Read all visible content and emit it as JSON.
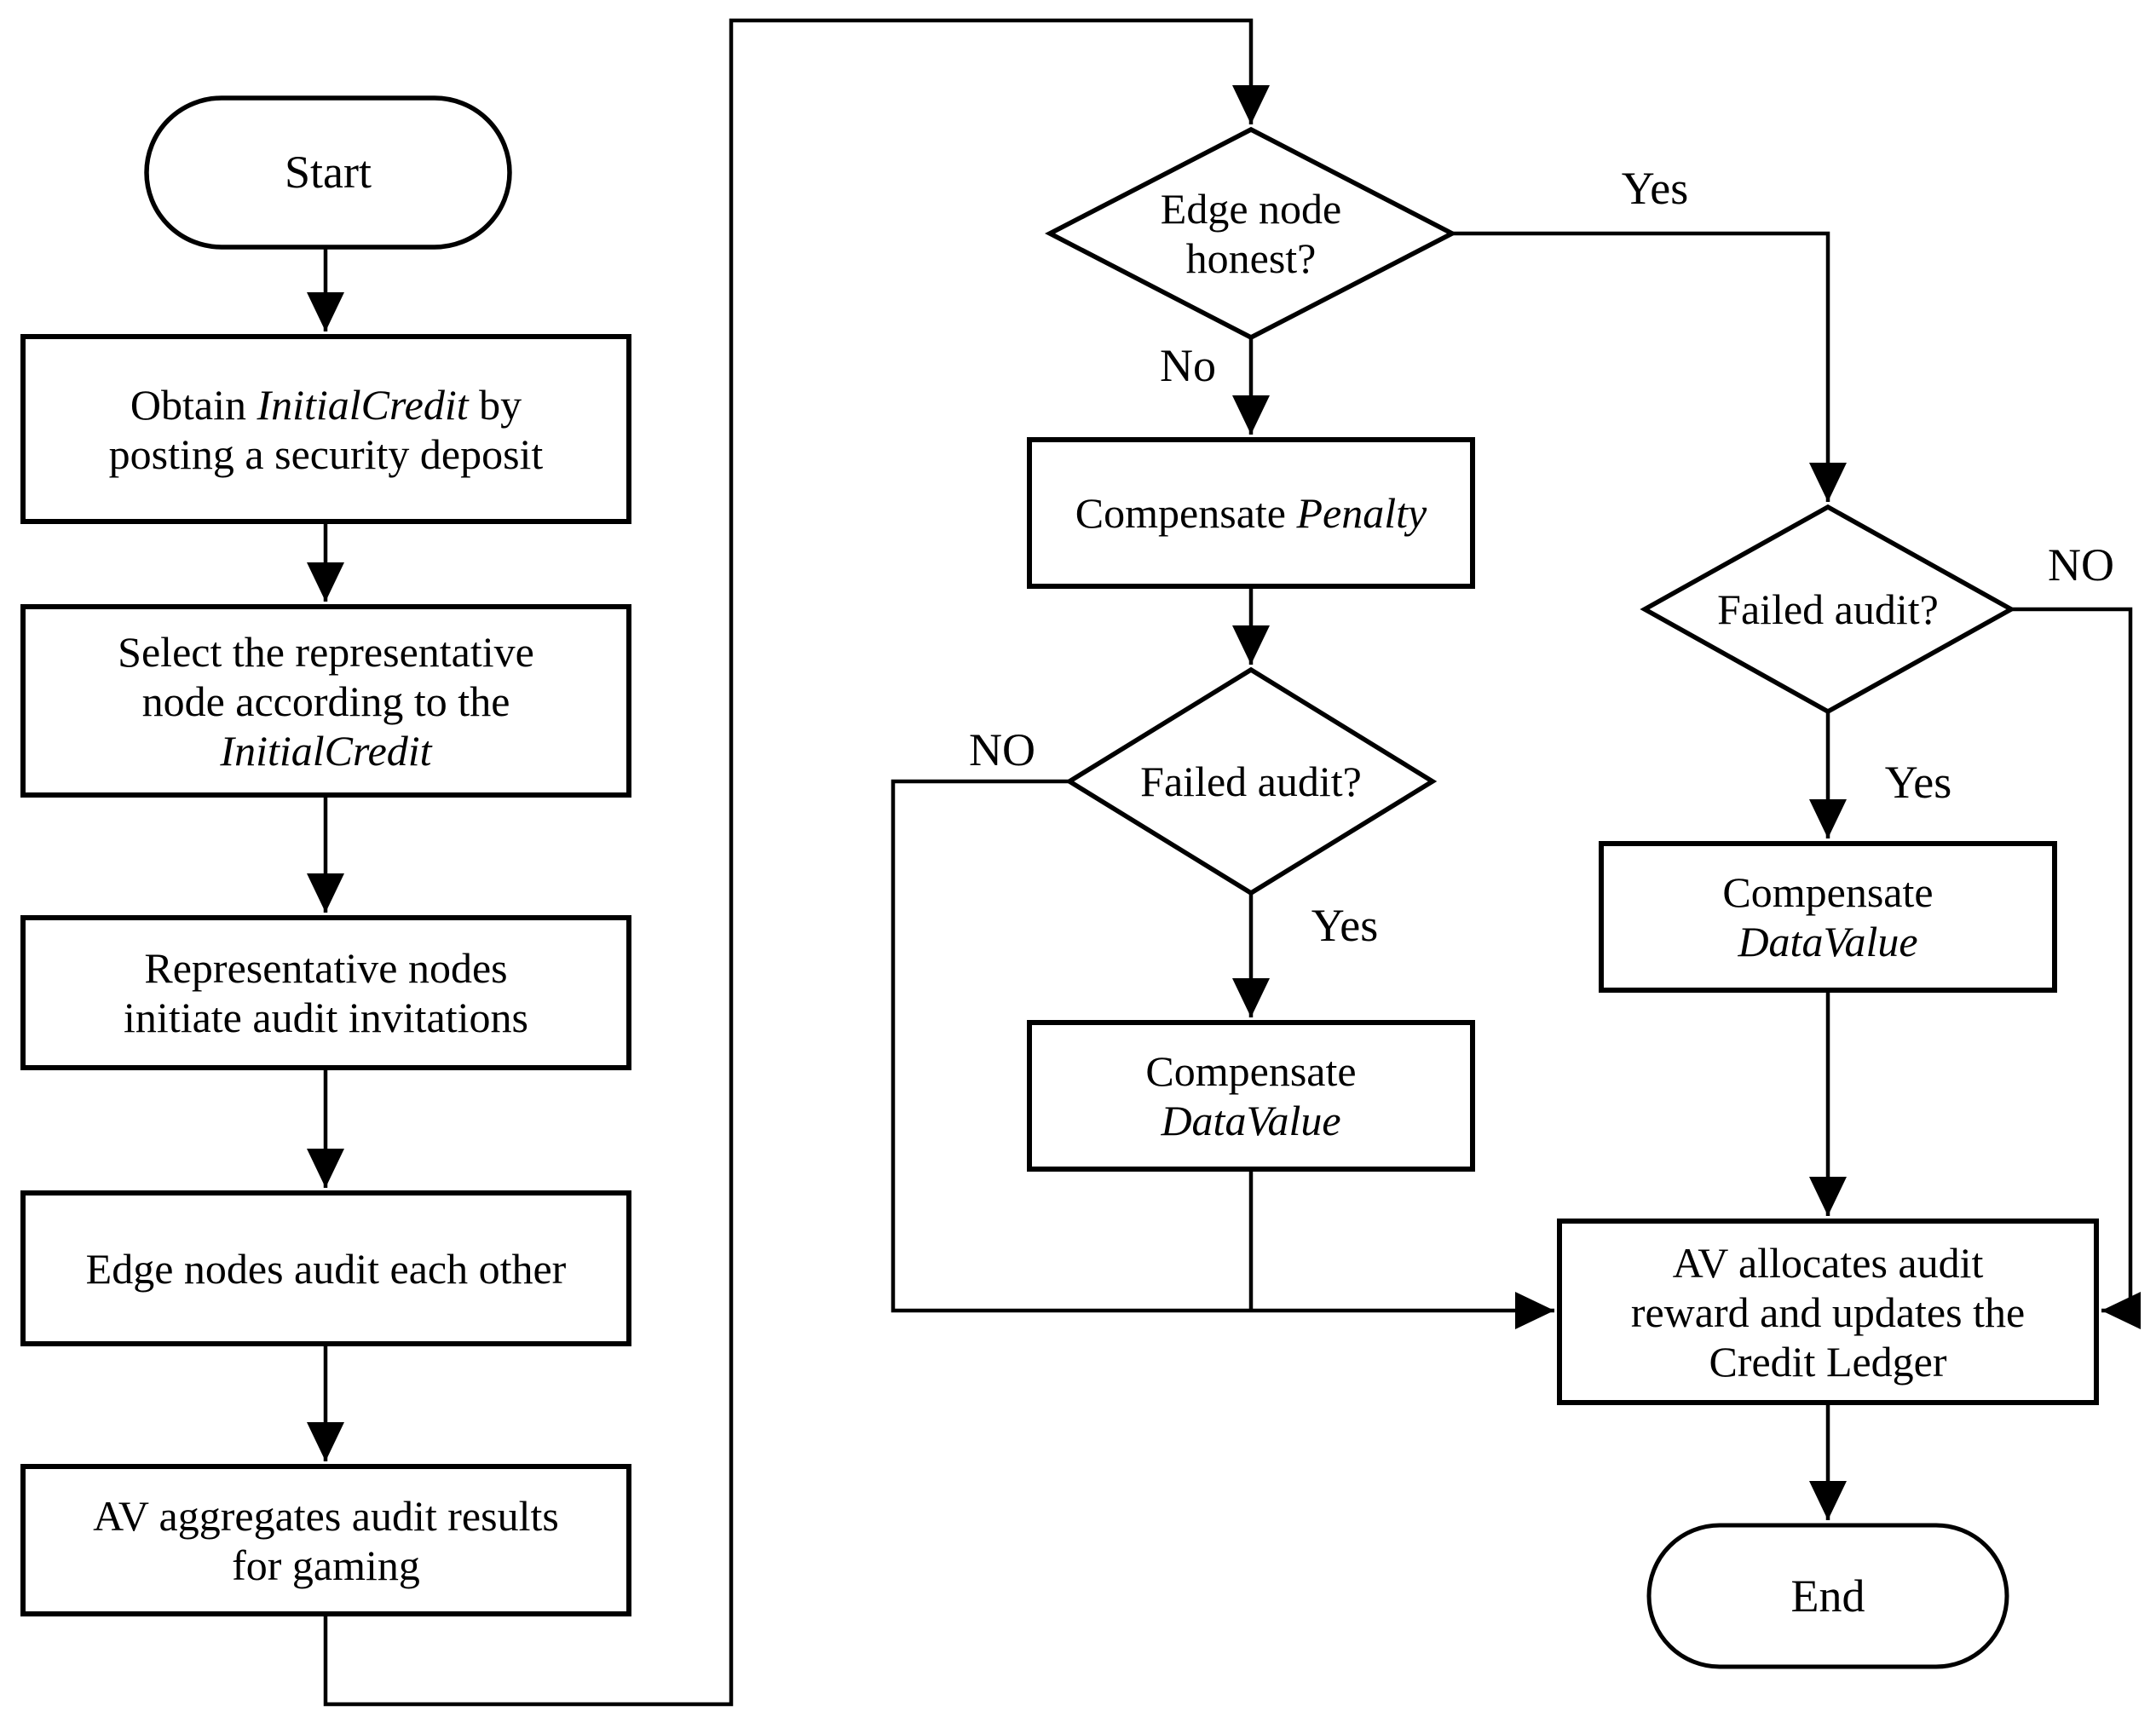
{
  "colors": {
    "ink": "#000000",
    "paper": "#ffffff"
  },
  "nodes": {
    "start": {
      "label": "Start"
    },
    "obtain": {
      "l1a": "Obtain ",
      "l1b": "InitialCredit",
      "l1c": " by",
      "l2": "posting a security deposit"
    },
    "select": {
      "l1": "Select the representative",
      "l2": "node according to the",
      "l3": "InitialCredit"
    },
    "invite": {
      "l1": "Representative nodes",
      "l2": "initiate audit invitations"
    },
    "audit": {
      "l1": "Edge nodes audit each other"
    },
    "aggregate": {
      "l1": "AV aggregates audit results",
      "l2": "for gaming"
    },
    "honest": {
      "l1": "Edge node",
      "l2": "honest?"
    },
    "penalty": {
      "l1a": "Compensate ",
      "l1b": "Penalty"
    },
    "failedMid": {
      "l1": "Failed audit?"
    },
    "dataValueMid": {
      "l1": "Compensate",
      "l2": "DataValue"
    },
    "failedRight": {
      "l1": "Failed audit?"
    },
    "dataValueRight": {
      "l1": "Compensate",
      "l2": "DataValue"
    },
    "allocate": {
      "l1": "AV allocates audit",
      "l2": "reward and updates the",
      "l3": "Credit Ledger"
    },
    "end": {
      "label": "End"
    }
  },
  "edgeLabels": {
    "honestYes": "Yes",
    "honestNo": "No",
    "failedMidNo": "NO",
    "failedMidYes": "Yes",
    "failedRightNo": "NO",
    "failedRightYes": "Yes"
  }
}
